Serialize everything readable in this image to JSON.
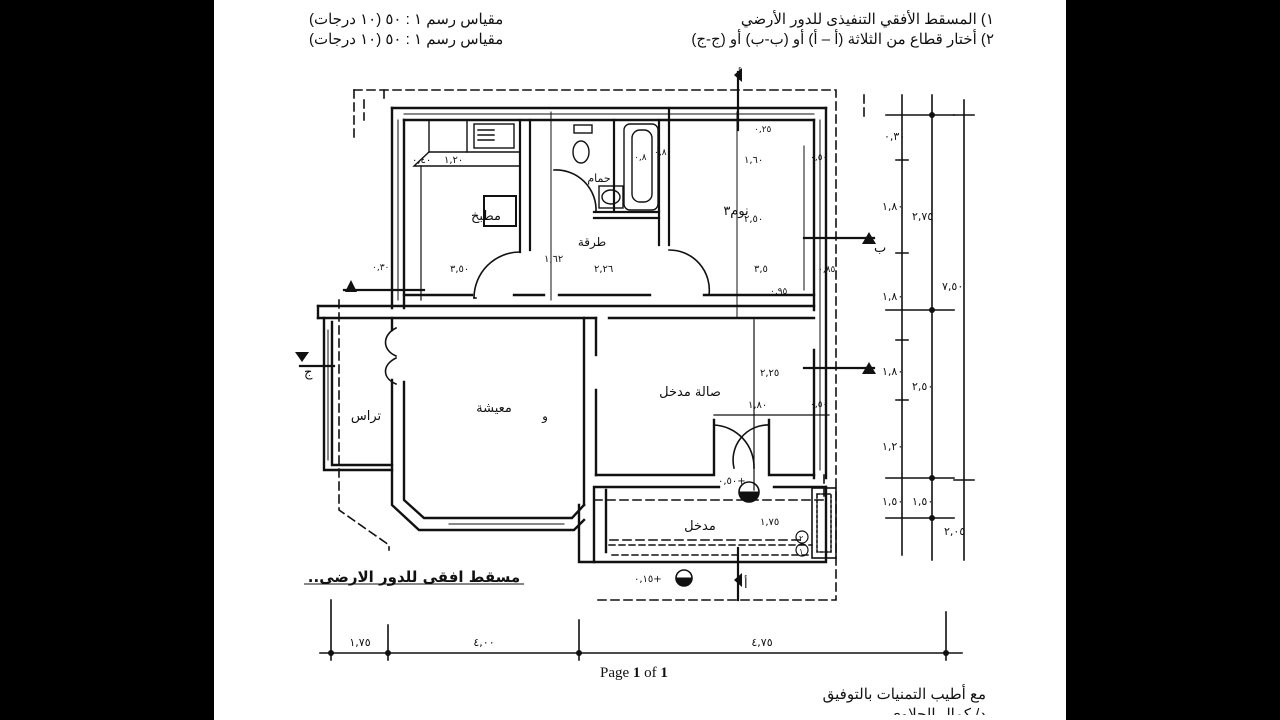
{
  "document": {
    "instructions": [
      "١) المسقط الأفقي التنفيذى للدور الأرضي",
      "٢) أختار قطاع من الثلاثة (أ – أ) أو (ب-ب) أو (ج-ج)"
    ],
    "scales": [
      "مقياس رسم ١ : ٥٠   (١٠ درجات)",
      "مقياس رسم ١ : ٥٠   (١٠ درجات)"
    ],
    "page_label_prefix": "Page ",
    "page_current": "1",
    "page_of": " of ",
    "page_total": "1",
    "closing_lines": [
      "مع أطيب التمنيات بالتوفيق",
      "د/ كمال الجلاوي"
    ]
  },
  "floor_plan": {
    "title": "مسقط افقى للدور الارضى..",
    "rooms": {
      "kitchen": "مطبخ",
      "corridor": "طرقة",
      "bath": "حمام",
      "bedroom3": "نوم٣",
      "living": "معيشة",
      "dining_mark": "و",
      "hall": "صالة مدخل",
      "terrace": "تراس",
      "entrance": "مدخل"
    },
    "section_marks": {
      "a": "أ",
      "b": "ب",
      "c": "ج"
    },
    "levels": {
      "inner": "٠,٥٠+",
      "outer": "٠,١٥+"
    },
    "circle_marks": [
      "٢",
      "١"
    ],
    "dims_bottom": [
      "١,٧٥",
      "٤,٠٠",
      "٤,٧٥"
    ],
    "dims_right_inner": [
      "٠,٣٠",
      "١,٨٠",
      "١,٨٠",
      "١,٨٠",
      "١,٢٠",
      "١,٥٠"
    ],
    "dims_right_middle": [
      "٢,٧٥",
      "٢,٥٠",
      "١,٥٠"
    ],
    "dims_right_outer": [
      "٧,٥٠",
      "٢,٠٥"
    ],
    "dims_inner": {
      "kitchen_w": "١,٢٠",
      "kitchen_x": "٠,٤٠",
      "kitchen_len": "٣,٥٠",
      "corridor_w": "٢,٢٦",
      "corridor_h": "١,٦٢",
      "bath_a": "٠,٨",
      "bath_b": "٠,٨",
      "bed_w": "١,٦٠",
      "bed_x": "٠,٥٠",
      "bed_h": "٢,٥٠",
      "bed_len": "٣,٥",
      "bed_top": "٠,٢٥",
      "hall_h": "٢,٢٥",
      "hall_door": "١,٨٠",
      "entrance_h": "١,٧٥",
      "side_dim": "٠,٩٥",
      "small_a": "٠,٣٠",
      "small_b": "٠,٨٥",
      "small_c": "٠,٩٥",
      "small_d": "٠,٥٠"
    }
  }
}
